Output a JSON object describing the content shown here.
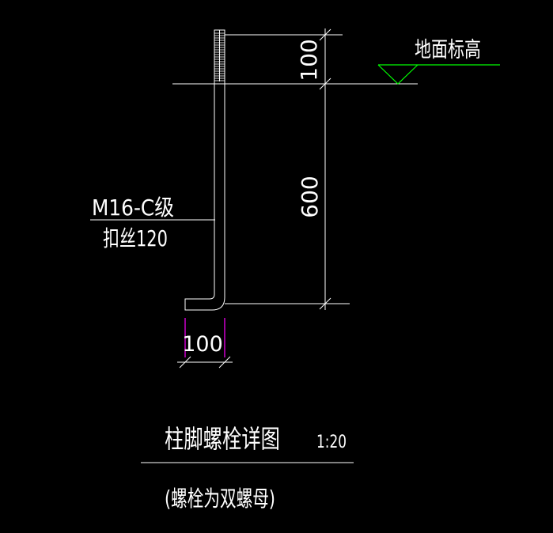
{
  "colors": {
    "background": "#000000",
    "line": "#ffffff",
    "ground_marker": "#00ff00",
    "dimension_tick": "#ff00ff"
  },
  "drawing": {
    "dimensions": {
      "thread_length": "100",
      "embed_length": "600",
      "hook_length": "100"
    },
    "leader": {
      "line1": "M16-C级",
      "line2": "扣丝120"
    },
    "ground_label": "地面标高",
    "title": "柱脚螺栓详图",
    "scale": "1:20",
    "note": "(螺栓为双螺母)"
  }
}
